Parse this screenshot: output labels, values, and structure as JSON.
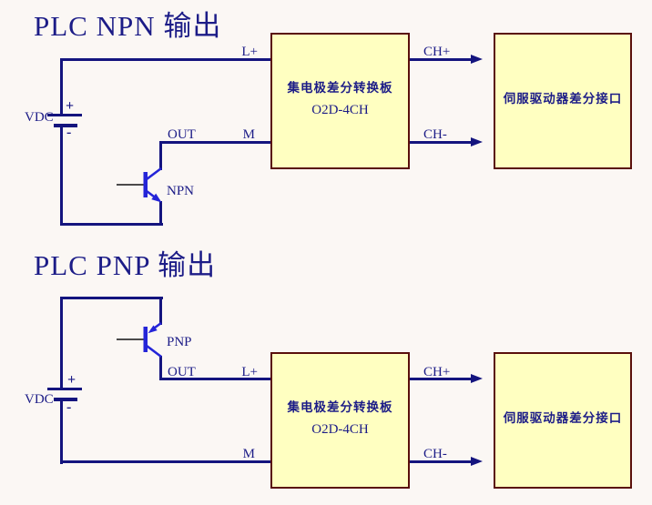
{
  "colors": {
    "background": "#fbf7f4",
    "wire": "#14147e",
    "transistor_blue": "#2424d8",
    "base_lead": "#111111",
    "box_fill": "#ffffc1",
    "box_border": "#5a100c",
    "text_navy": "#1c1c87"
  },
  "npn_section": {
    "title": "PLC NPN 输出",
    "battery": {
      "label": "VDC",
      "plus": "+",
      "minus": "-"
    },
    "transistor_label": "NPN",
    "out_label": "OUT",
    "l_plus_label": "L+",
    "m_label": "M",
    "ch_plus_label": "CH+",
    "ch_minus_label": "CH-",
    "converter_box": {
      "line1": "集电极差分转换板",
      "line2": "O2D-4CH"
    },
    "servo_box": {
      "label": "伺服驱动器差分接口"
    }
  },
  "pnp_section": {
    "title": "PLC PNP 输出",
    "battery": {
      "label": "VDC",
      "plus": "+",
      "minus": "-"
    },
    "transistor_label": "PNP",
    "out_label": "OUT",
    "l_plus_label": "L+",
    "m_label": "M",
    "ch_plus_label": "CH+",
    "ch_minus_label": "CH-",
    "converter_box": {
      "line1": "集电极差分转换板",
      "line2": "O2D-4CH"
    },
    "servo_box": {
      "label": "伺服驱动器差分接口"
    }
  }
}
